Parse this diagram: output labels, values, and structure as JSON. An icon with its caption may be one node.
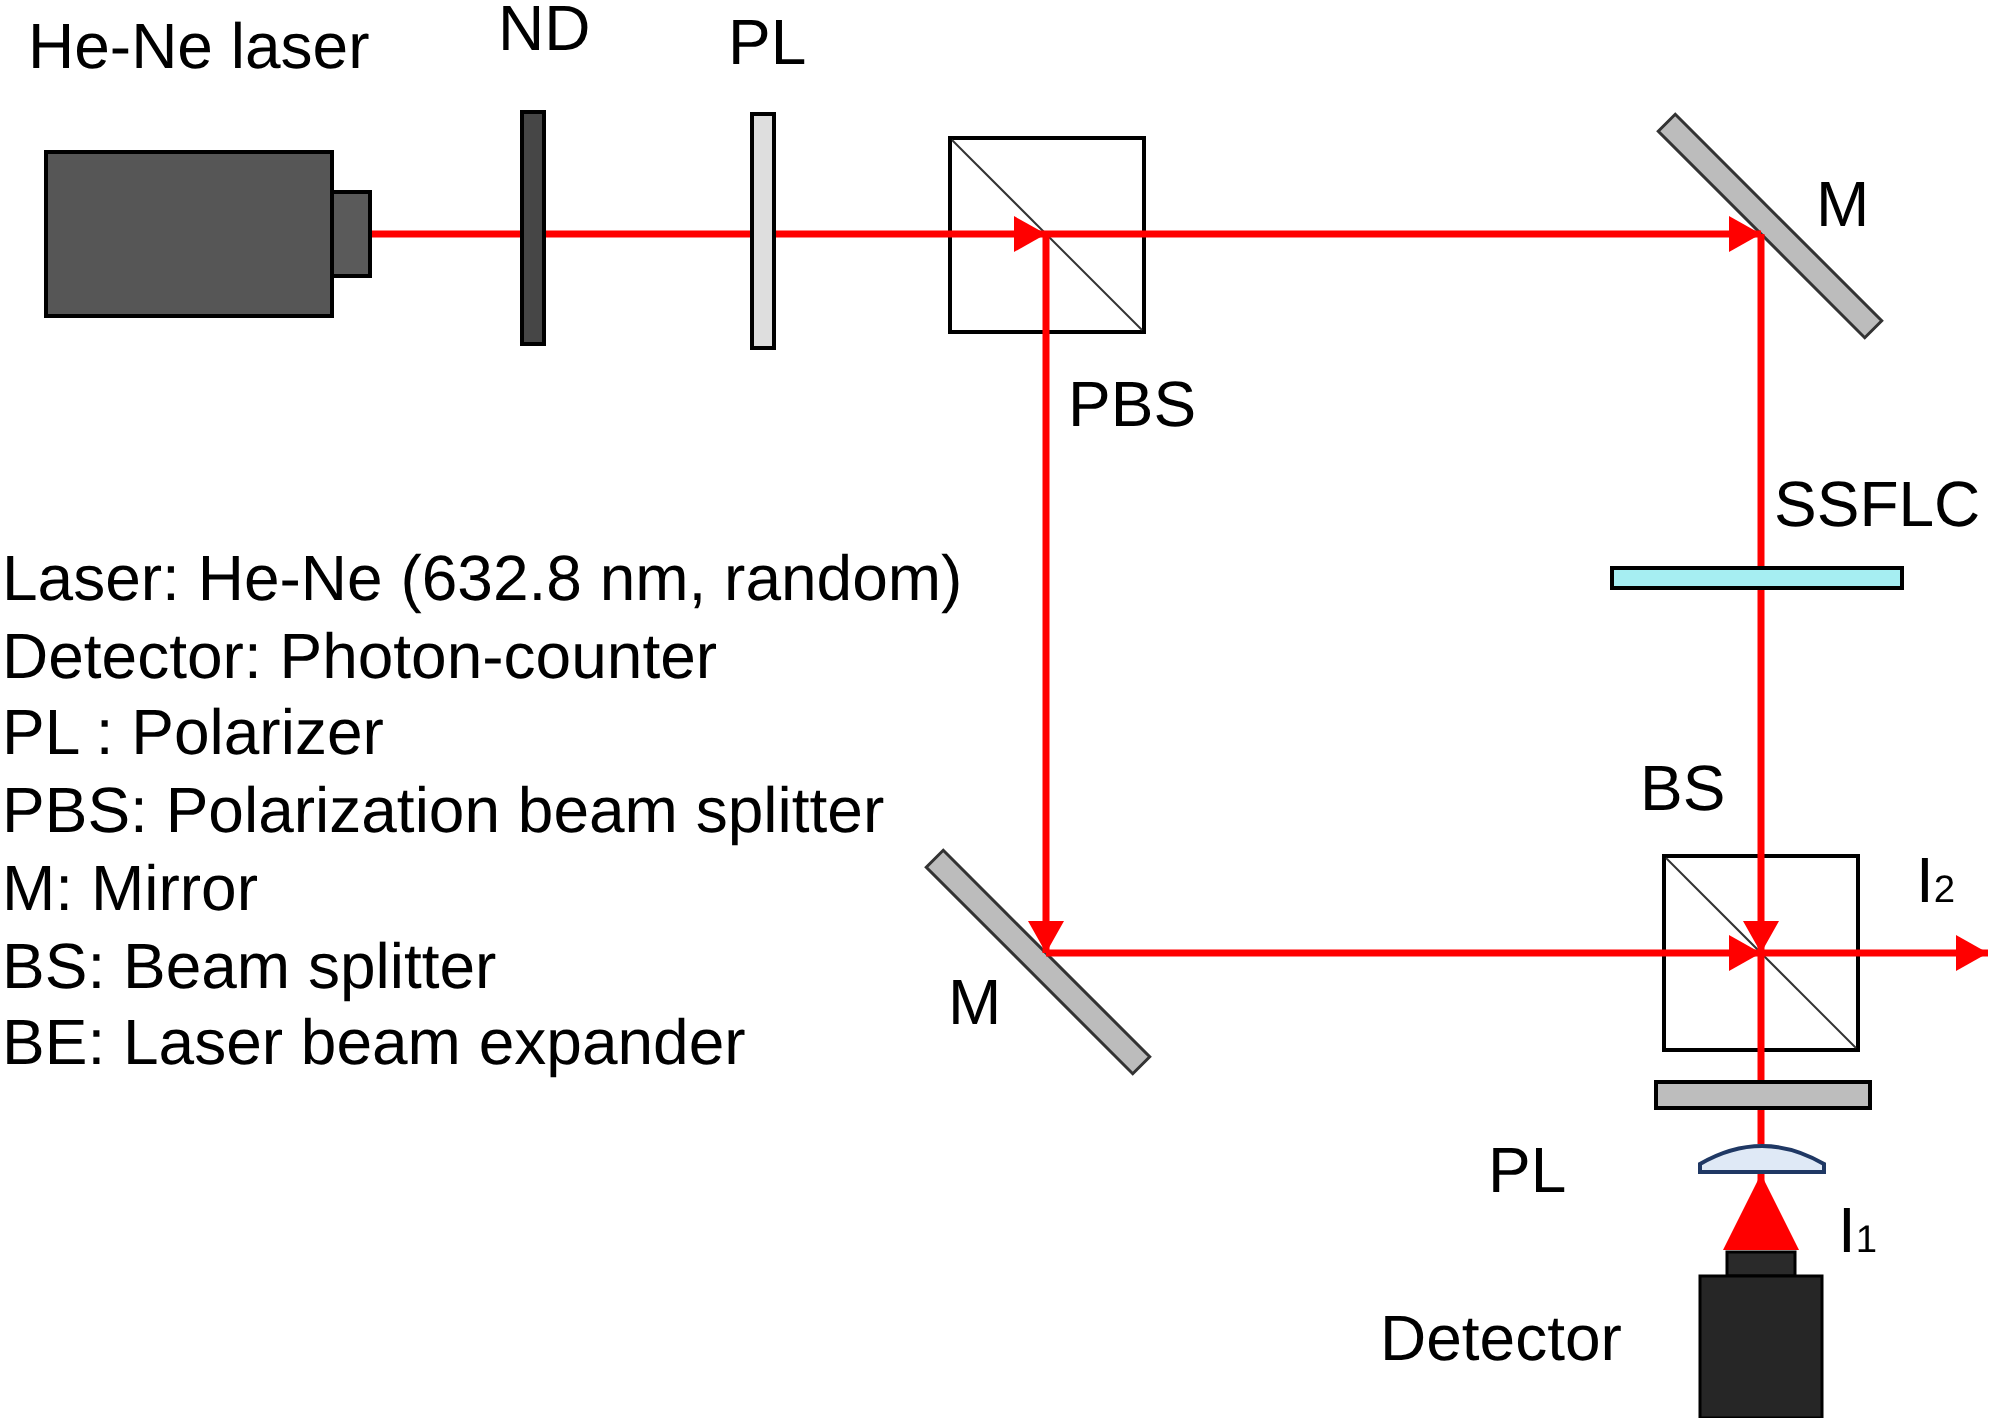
{
  "diagram": {
    "nodes": [
      {
        "text": [
          "He-Ne laser"
        ]
      },
      {
        "text": [
          "ND"
        ]
      },
      {
        "text": [
          "PL"
        ]
      },
      {
        "text": [
          "PBS"
        ]
      },
      {
        "text": [
          "M"
        ]
      },
      {
        "text": [
          "SSFLC"
        ]
      },
      {
        "text": [
          "M"
        ]
      },
      {
        "text": [
          "BS"
        ]
      },
      {
        "text": [
          "PL"
        ]
      },
      {
        "text": [],
        "shape": "lens"
      },
      {
        "text": [
          "Detector"
        ]
      }
    ],
    "edges": [
      {
        "from": 0,
        "to": 1,
        "arrow": "none"
      },
      {
        "from": 1,
        "to": 2,
        "arrow": "none"
      },
      {
        "from": 2,
        "to": 3,
        "arrow": "to"
      },
      {
        "from": 3,
        "to": 4,
        "arrow": "to"
      },
      {
        "from": 3,
        "to": 6,
        "arrow": "to"
      },
      {
        "from": 4,
        "to": 5,
        "arrow": "none"
      },
      {
        "from": 5,
        "to": 7,
        "arrow": "to"
      },
      {
        "from": 6,
        "to": 7,
        "arrow": "to"
      },
      {
        "from": 7,
        "to": null,
        "arrow": "to",
        "label": "I$_{2}$"
      },
      {
        "from": 7,
        "to": 8,
        "arrow": "none"
      },
      {
        "from": 8,
        "to": 9,
        "arrow": "none"
      },
      {
        "from": 10,
        "to": 9,
        "arrow": "to",
        "label": "I$_{1}$"
      }
    ],
    "labels": [
      "Laser: He-Ne (632.8 nm, random)",
      "Detector: Photon-counter",
      "PL : Polarizer",
      "PBS: Polarization beam splitter",
      "M: Mirror",
      "BS: Beam splitter",
      "BE: Laser beam expander"
    ]
  }
}
